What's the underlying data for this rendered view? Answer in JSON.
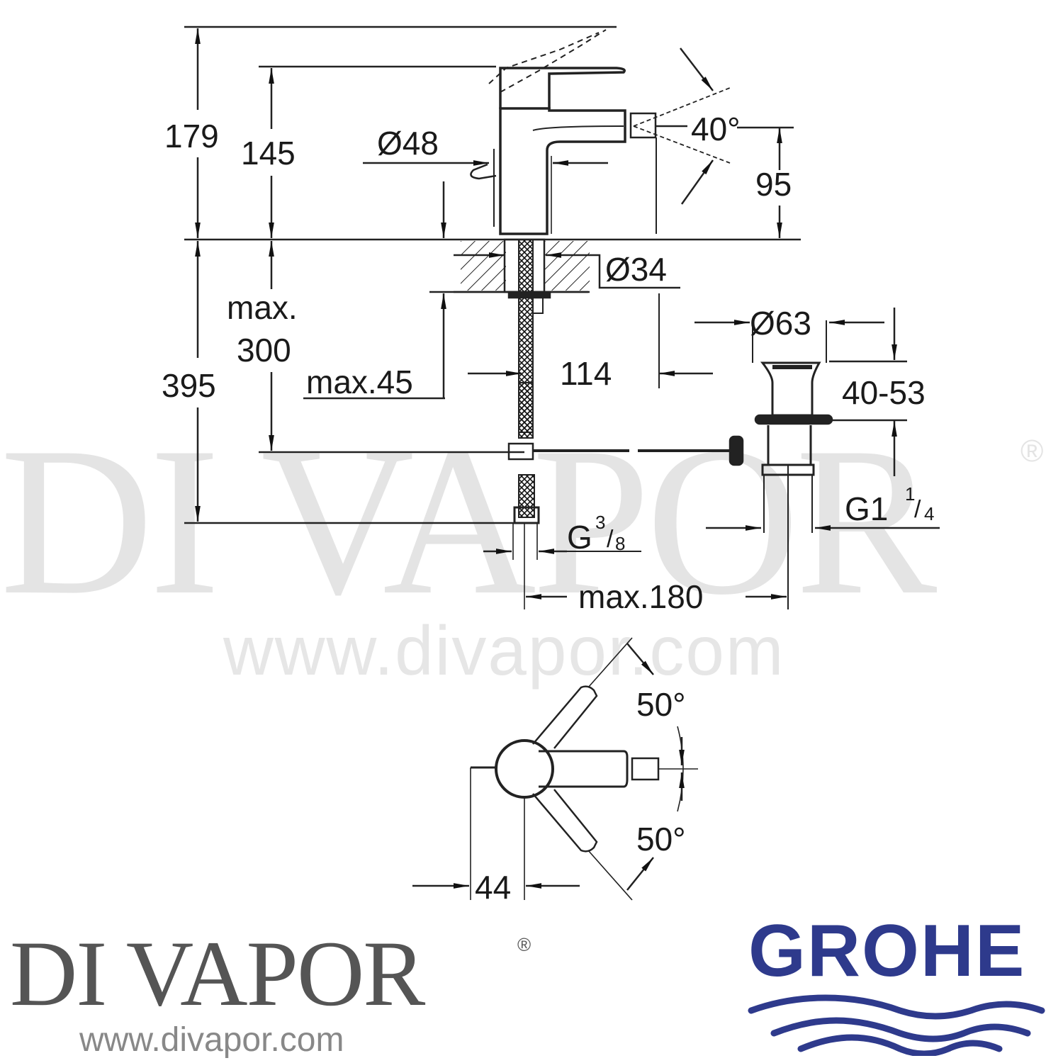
{
  "watermark": {
    "brand": "DI VAPOR",
    "registered": "®",
    "url": "www.divapor.com"
  },
  "drawing": {
    "title": "Bidet mixer technical drawing",
    "side_view": {
      "overall_height": "179",
      "lever_height": "145",
      "handle_diameter": "Ø48",
      "spray_angle": "40°",
      "spout_height": "95",
      "hole_diameter": "Ø34",
      "deck_below_height": "max. 300",
      "deck_below_height_line1": "max.",
      "deck_below_height_line2": "300",
      "below_deck_total": "395",
      "deck_thickness": "max.45",
      "spout_reach": "114",
      "waste_diameter": "Ø63",
      "waste_range": "40-53",
      "waste_thread": "G1",
      "waste_thread_fraction_num": "1",
      "waste_thread_fraction_den": "4",
      "supply_thread": "G",
      "supply_thread_fraction_num": "3",
      "supply_thread_fraction_den": "8",
      "rod_max_length": "max.180"
    },
    "top_view": {
      "lever_angle_up": "50°",
      "lever_angle_down": "50°",
      "body_offset": "44"
    }
  },
  "logos": {
    "divapor": {
      "text": "DI VAPOR",
      "registered": "®",
      "url": "www.divapor.com",
      "color": "#555555"
    },
    "grohe": {
      "text": "GROHE",
      "color": "#2E3A8C"
    }
  }
}
